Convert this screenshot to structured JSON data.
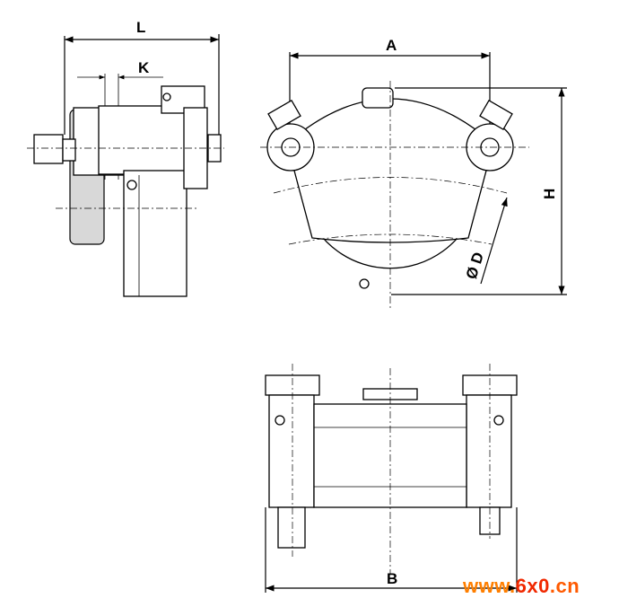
{
  "dimensions": {
    "L": "L",
    "K": "K",
    "A": "A",
    "H": "H",
    "D": "Ø D",
    "B": "B"
  },
  "watermark": {
    "part1": "www.",
    "part2": "6x0",
    "part3": ".cn",
    "colors": {
      "part1": "#ff7f00",
      "part2": "#f02800",
      "part3": "#ff5a00"
    }
  }
}
